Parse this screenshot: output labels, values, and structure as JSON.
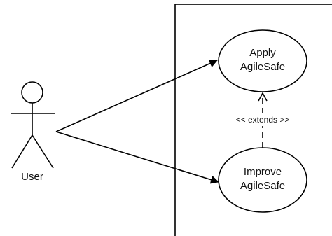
{
  "actor": {
    "label": "User"
  },
  "use_cases": [
    {
      "id": "apply",
      "lines": [
        "Apply",
        "AgileSafe"
      ]
    },
    {
      "id": "improve",
      "lines": [
        "Improve",
        "AgileSafe"
      ]
    }
  ],
  "relations": {
    "extends_label": "<< extends >>"
  }
}
